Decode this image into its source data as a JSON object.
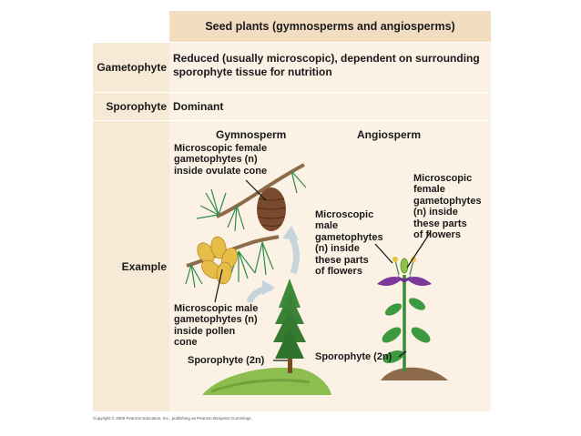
{
  "table": {
    "header": "Seed plants (gymnosperms and angiosperms)",
    "rows": [
      {
        "label": "Gametophyte",
        "lines": [
          "Reduced (usually microscopic), dependent on surrounding",
          "sporophyte tissue for nutrition"
        ]
      },
      {
        "label": "Sporophyte",
        "text": "Dominant"
      },
      {
        "label": "Example"
      }
    ]
  },
  "example": {
    "gymnosperm_title": "Gymnosperm",
    "angiosperm_title": "Angiosperm",
    "gymno_female": [
      "Microscopic female",
      "gametophytes (n)",
      "inside ovulate cone"
    ],
    "gymno_male": [
      "Microscopic male",
      "gametophytes (n)",
      "inside pollen",
      "cone"
    ],
    "angio_male": [
      "Microscopic",
      "male",
      "gametophytes",
      "(n) inside",
      "these parts",
      "of flowers"
    ],
    "angio_female": [
      "Microscopic",
      "female",
      "gametophytes",
      "(n) inside",
      "these parts",
      "of flowers"
    ],
    "gymno_sporophyte": "Sporophyte (2n)",
    "angio_sporophyte": "Sporophyte (2n)"
  },
  "copyright": "Copyright © 2008 Pearson Education, Inc., publishing as Pearson Benjamin Cummings."
}
